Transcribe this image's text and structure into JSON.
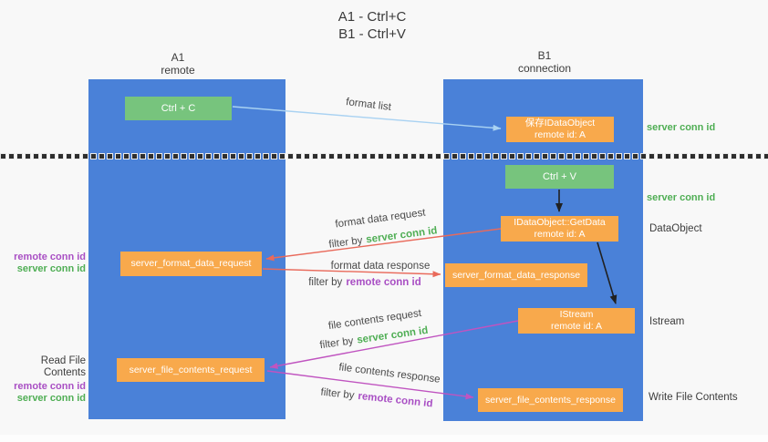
{
  "title": {
    "line1": "A1 - Ctrl+C",
    "line2": "B1 - Ctrl+V"
  },
  "columns": {
    "a": {
      "name": "A1",
      "role": "remote"
    },
    "b": {
      "name": "B1",
      "role": "connection"
    }
  },
  "nodes": {
    "ctrl_c": {
      "label": "Ctrl + C"
    },
    "save_idataobject": {
      "line1": "保存IDataObject",
      "line2": "remote id: A"
    },
    "ctrl_v": {
      "label": "Ctrl + V"
    },
    "idataobject_getdata": {
      "line1": "IDataObject::GetData",
      "line2": "remote id: A"
    },
    "server_format_data_request": {
      "label": "server_format_data_request"
    },
    "server_format_data_response": {
      "label": "server_format_data_response"
    },
    "istream": {
      "line1": "IStream",
      "line2": "remote id: A"
    },
    "server_file_contents_request": {
      "label": "server_file_contents_request"
    },
    "server_file_contents_response": {
      "label": "server_file_contents_response"
    }
  },
  "edge_labels": {
    "format_list": "format list",
    "format_data_request": "format data request",
    "format_data_response": "format data response",
    "file_contents_request": "file contents request",
    "file_contents_response": "file contents response",
    "filter_by": "filter by",
    "server_conn_id": "server conn id",
    "remote_conn_id": "remote conn id"
  },
  "side_labels": {
    "server_conn_id_top": "server conn id",
    "server_conn_id_mid": "server conn id",
    "dataobject": "DataObject",
    "istream": "Istream",
    "write_file_contents": "Write File Contents",
    "read_file_contents": "Read File Contents",
    "remote_conn_id": "remote conn id",
    "server_conn_id": "server conn id"
  },
  "colors": {
    "column_blue": "#4a81d8",
    "node_green": "#77c47d",
    "node_orange": "#f8a94c",
    "arrow_blue": "#a9d2f2",
    "arrow_red": "#e96a5b",
    "arrow_magenta": "#c054c0",
    "arrow_black": "#212121",
    "text_green": "#4fae54",
    "text_purple": "#a94fc4",
    "text_dark": "#3c3c3c"
  }
}
